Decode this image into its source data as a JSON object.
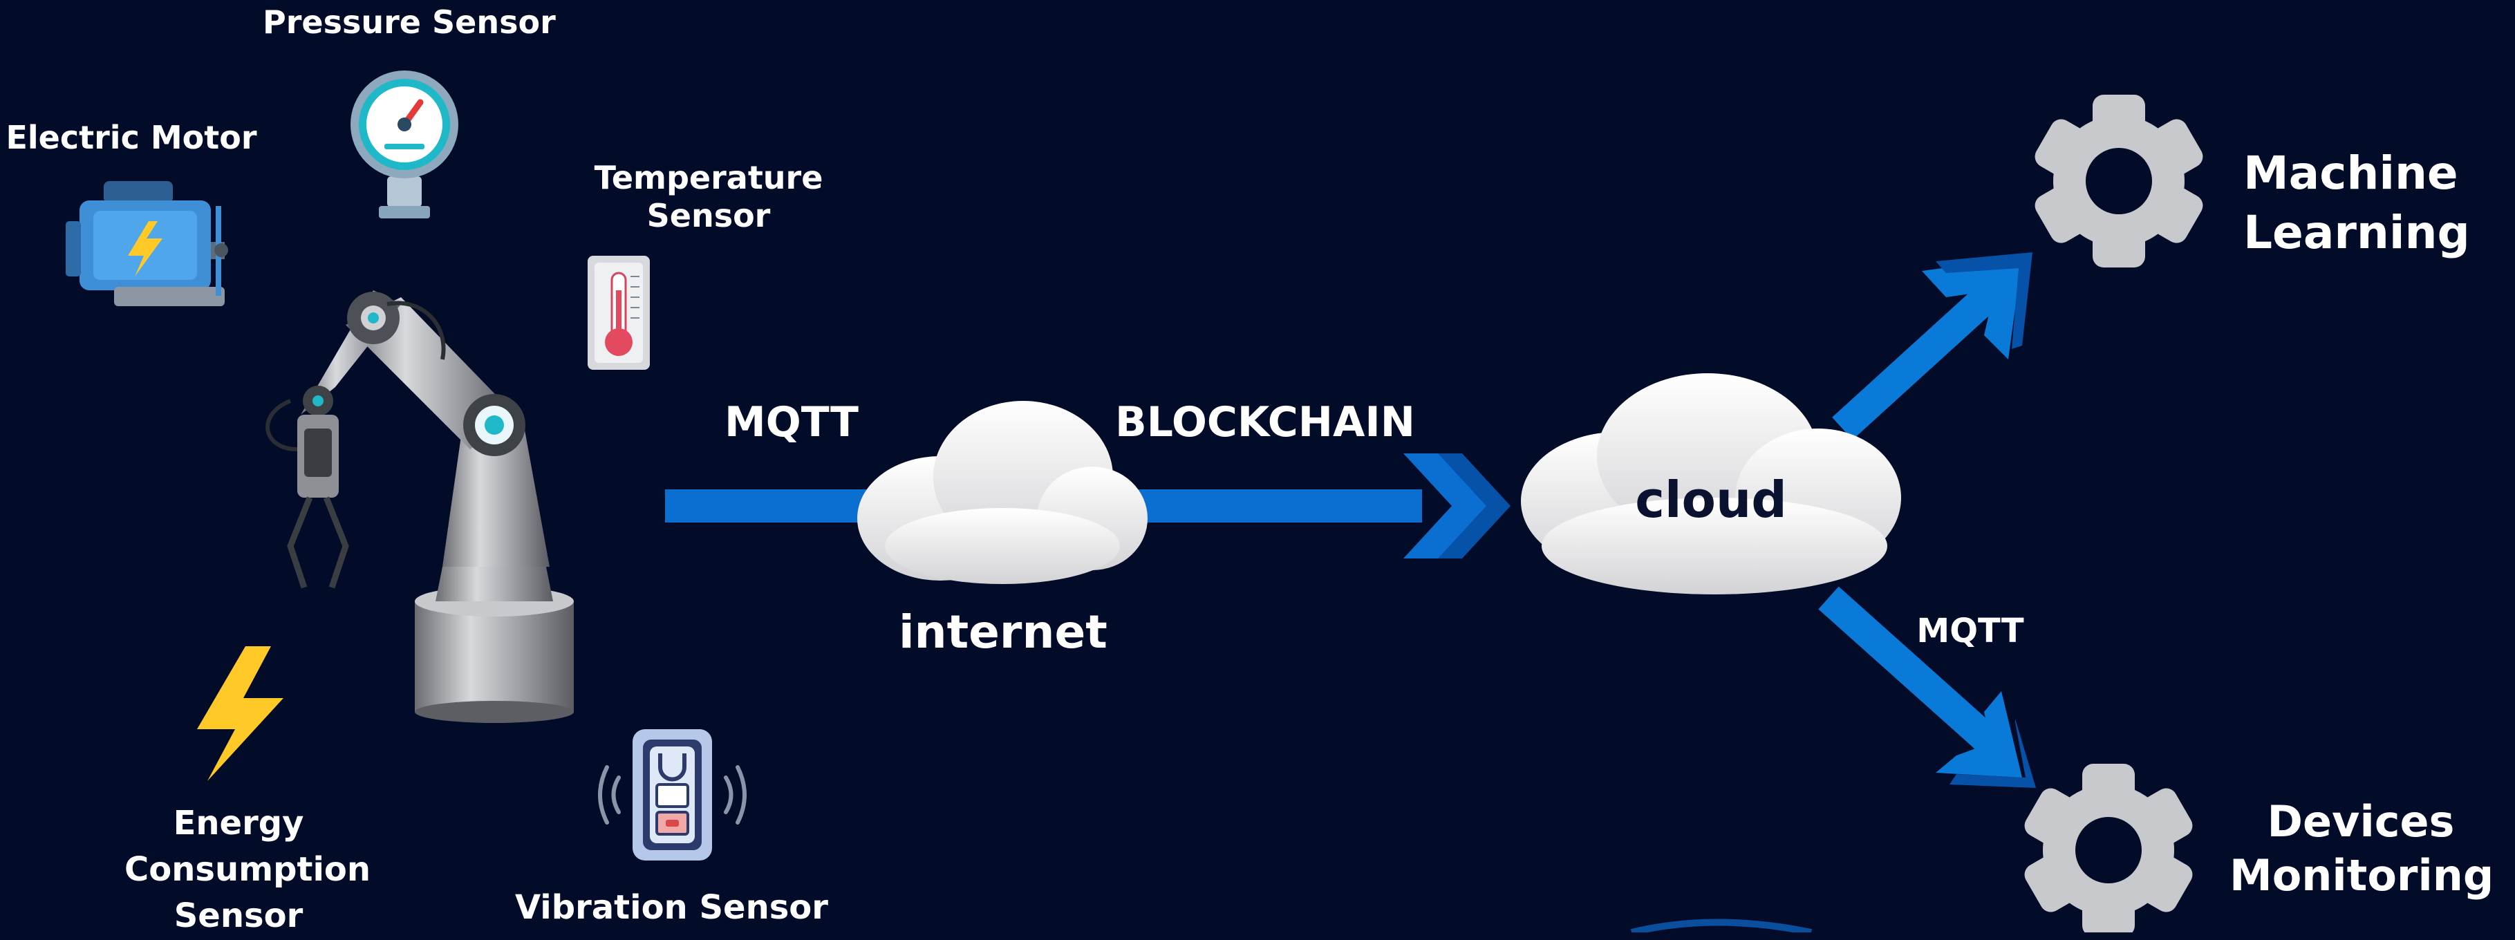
{
  "labels": {
    "pressure_sensor": "Pressure Sensor",
    "electric_motor": "Electric Motor",
    "temperature_sensor_line1": "Temperature",
    "temperature_sensor_line2": "Sensor",
    "energy_line1": "Energy",
    "energy_line2": "Consumption",
    "energy_line3": "Sensor",
    "vibration_sensor": "Vibration Sensor",
    "mqtt_left": "MQTT",
    "blockchain": "BLOCKCHAIN",
    "internet": "internet",
    "cloud": "cloud",
    "mqtt_right": "MQTT",
    "ml_line1": "Machine",
    "ml_line2": "Learning",
    "dm_line1": "Devices",
    "dm_line2": "Monitoring"
  },
  "icons": {
    "pressure_sensor": "pressure-gauge-icon",
    "electric_motor": "electric-motor-icon",
    "temperature_sensor": "thermometer-icon",
    "robot_arm": "robot-arm-icon",
    "energy": "lightning-bolt-icon",
    "vibration_sensor": "vibration-sensor-icon",
    "internet_cloud": "cloud-icon",
    "main_cloud": "cloud-icon",
    "machine_learning": "gear-icon",
    "devices_monitoring": "gear-icon"
  },
  "colors": {
    "background": "#020b28",
    "arrow_blue": "#0a6fd0",
    "gear_gray": "#c7c9cc",
    "bolt_yellow": "#ffc928"
  }
}
